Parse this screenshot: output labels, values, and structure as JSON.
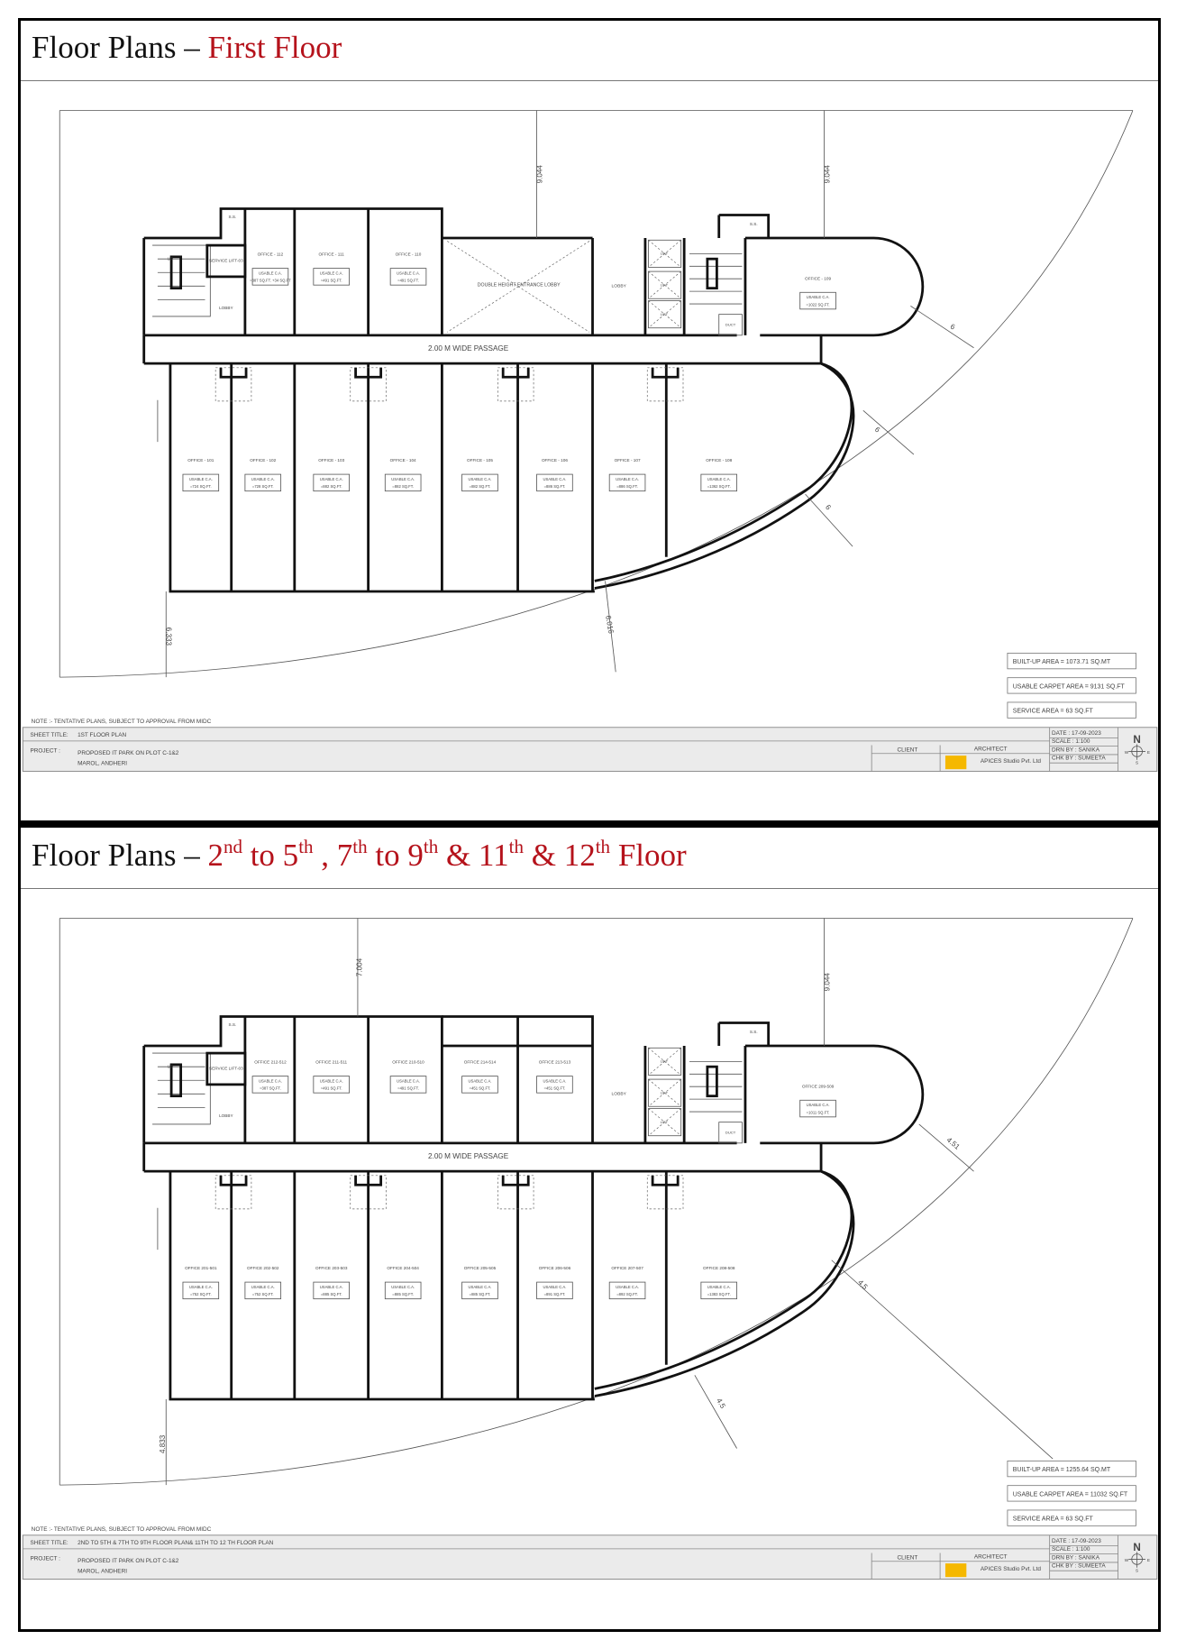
{
  "panels": [
    {
      "title_prefix": "Floor Plans – ",
      "title_segments": [
        {
          "t": "First Floor",
          "sup": ""
        }
      ],
      "dimensions": [
        "9.044",
        "9.044",
        "6",
        "6",
        "6",
        "6.016",
        "6.333"
      ],
      "passage_label": "2.00 M WIDE PASSAGE",
      "rooms": {
        "service_lift": "SERVICE LIFT-03",
        "lobby_left": "LOBBY",
        "ss_left": "S.S.",
        "double_lobby": "DOUBLE HEIGHT ENTRANCE LOBBY",
        "lobby_right": "LOBBY",
        "lift": "LIFT",
        "duct": "DUCT",
        "up": "UP",
        "ss_right": "S.S."
      },
      "offices_upper": [
        {
          "name": "OFFICE - 112",
          "ca": "USABLE C.A.",
          "area": "=387 SQ.FT. +34 SQ.FT"
        },
        {
          "name": "OFFICE - 111",
          "ca": "USABLE C.A.",
          "area": "=491 SQ.FT."
        },
        {
          "name": "OFFICE - 110",
          "ca": "USABLE C.A.",
          "area": "=491 SQ.FT."
        }
      ],
      "office_right": {
        "name": "OFFICE - 109",
        "ca": "USABLE C.A.",
        "area": "=1022 SQ.FT."
      },
      "offices_lower": [
        {
          "name": "OFFICE - 101",
          "ca": "USABLE C.A.",
          "area": "=724 SQ.FT."
        },
        {
          "name": "OFFICE - 102",
          "ca": "USABLE C.A.",
          "area": "=728 SQ.FT."
        },
        {
          "name": "OFFICE - 103",
          "ca": "USABLE C.A.",
          "area": "=882 SQ.FT."
        },
        {
          "name": "OFFICE - 104",
          "ca": "USABLE C.A.",
          "area": "=882 SQ.FT."
        },
        {
          "name": "OFFICE - 105",
          "ca": "USABLE C.A.",
          "area": "=882 SQ.FT."
        },
        {
          "name": "OFFICE - 106",
          "ca": "USABLE C.A.",
          "area": "=886 SQ.FT."
        },
        {
          "name": "OFFICE - 107",
          "ca": "USABLE C.A.",
          "area": "=886 SQ.FT."
        },
        {
          "name": "OFFICE - 108",
          "ca": "USABLE C.A.",
          "area": "=1362 SQ.FT."
        }
      ],
      "areas": [
        "BUILT-UP AREA = 1073.71 SQ.MT",
        "USABLE CARPET AREA = 9131 SQ.FT",
        "SERVICE AREA = 63 SQ.FT"
      ],
      "note": "NOTE :- TENTATIVE PLANS, SUBJECT TO APPROVAL FROM MIDC",
      "sheet_title_label": "SHEET TITLE:",
      "sheet_title": "1ST FLOOR PLAN",
      "project_label": "PROJECT :",
      "project_line1": "PROPOSED IT PARK ON PLOT C-1&2",
      "project_line2": "MAROL, ANDHERI",
      "client_label": "CLIENT",
      "architect_label": "ARCHITECT",
      "architect_name": "APICES Studio Pvt. Ltd",
      "date": "DATE :    17-09-2023",
      "scale": "SCALE :   1:100",
      "drawn_by": "DRN BY : SANIKA",
      "checked_by": "CHK BY : SUMEETA",
      "north": "N",
      "west": "W",
      "east": "E",
      "south": "S"
    },
    {
      "title_prefix": "Floor Plans – ",
      "title_segments": [
        {
          "t": "2",
          "sup": "nd"
        },
        {
          "t": " to 5",
          "sup": "th"
        },
        {
          "t": " , 7",
          "sup": "th"
        },
        {
          "t": " to 9",
          "sup": "th"
        },
        {
          "t": " & 11",
          "sup": "th"
        },
        {
          "t": " & 12",
          "sup": "th"
        },
        {
          "t": " Floor",
          "sup": ""
        }
      ],
      "dimensions": [
        "7.004",
        "9.044",
        "4.51",
        "4.5",
        "4.5",
        "4.833"
      ],
      "passage_label": "2.00 M WIDE PASSAGE",
      "rooms": {
        "service_lift": "SERVICE LIFT-03",
        "lobby_left": "LOBBY",
        "ss_left": "S.S.",
        "lobby_right": "LOBBY",
        "lift": "LIFT",
        "duct": "DUCT",
        "up": "UP",
        "ss_right": "S.S."
      },
      "offices_upper": [
        {
          "name": "OFFICE 212-512",
          "ca": "USABLE C.A.",
          "area": "=387 SQ.FT."
        },
        {
          "name": "OFFICE 211-511",
          "ca": "USABLE C.A.",
          "area": "=491 SQ.FT."
        },
        {
          "name": "OFFICE 210-510",
          "ca": "USABLE C.A.",
          "area": "=491 SQ.FT."
        },
        {
          "name": "OFFICE 214-514",
          "ca": "USABLE C.A.",
          "area": "=451 SQ.FT."
        },
        {
          "name": "OFFICE 213-513",
          "ca": "USABLE C.A.",
          "area": "=451 SQ.FT."
        }
      ],
      "office_right": {
        "name": "OFFICE 209-509",
        "ca": "USABLE C.A.",
        "area": "=1011 SQ.FT."
      },
      "offices_lower": [
        {
          "name": "OFFICE 201-501",
          "ca": "USABLE C.A.",
          "area": "=752 SQ.FT."
        },
        {
          "name": "OFFICE 202-502",
          "ca": "USABLE C.A.",
          "area": "=752 SQ.FT."
        },
        {
          "name": "OFFICE 203-503",
          "ca": "USABLE C.A.",
          "area": "=885 SQ.FT."
        },
        {
          "name": "OFFICE 204-504",
          "ca": "USABLE C.A.",
          "area": "=885 SQ.FT."
        },
        {
          "name": "OFFICE 205-505",
          "ca": "USABLE C.A.",
          "area": "=885 SQ.FT."
        },
        {
          "name": "OFFICE 206-506",
          "ca": "USABLE C.A.",
          "area": "=891 SQ.FT."
        },
        {
          "name": "OFFICE 207-507",
          "ca": "USABLE C.A.",
          "area": "=892 SQ.FT."
        },
        {
          "name": "OFFICE 208-508",
          "ca": "USABLE C.A.",
          "area": "=1383 SQ.FT."
        }
      ],
      "areas": [
        "BUILT-UP AREA = 1255.64 SQ.MT",
        "USABLE CARPET AREA = 11032 SQ.FT",
        "SERVICE AREA = 63 SQ.FT"
      ],
      "note": "NOTE :- TENTATIVE PLANS, SUBJECT TO APPROVAL FROM MIDC",
      "sheet_title_label": "SHEET TITLE:",
      "sheet_title": "2ND TO 5TH & 7TH TO 9TH FLOOR PLAN& 11TH  TO 12 TH FLOOR PLAN",
      "project_label": "PROJECT :",
      "project_line1": "PROPOSED IT PARK ON PLOT C-1&2",
      "project_line2": "MAROL, ANDHERI",
      "client_label": "CLIENT",
      "architect_label": "ARCHITECT",
      "architect_name": "APICES Studio Pvt. Ltd",
      "date": "DATE :    17-09-2023",
      "scale": "SCALE :   1:100",
      "drawn_by": "DRN BY : SANIKA",
      "checked_by": "CHK BY : SUMEETA",
      "north": "N",
      "west": "W",
      "east": "E",
      "south": "S"
    }
  ],
  "colors": {
    "title_accent": "#b5121b",
    "wall": "#111111",
    "titleblock_bg": "#e9e9e9",
    "architect_logo": "#f5b800"
  }
}
